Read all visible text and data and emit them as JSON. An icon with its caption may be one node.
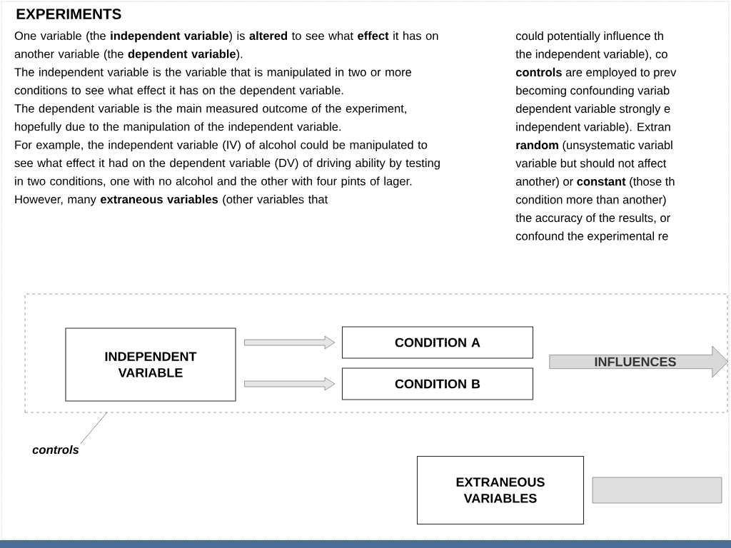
{
  "diagram": {
    "title": "EXPERIMENTS",
    "nodes": [
      {
        "text": [],
        "shape": "box"
      },
      {
        "text": [
          "INDEPENDENT VARIABLE"
        ],
        "in": 0
      },
      {
        "text": [
          "CONDITION A"
        ],
        "in": 0
      },
      {
        "text": [
          "CONDITION B"
        ],
        "in": 0
      },
      {
        "text": [
          "controls"
        ]
      },
      {
        "text": [
          "INFLUENCES"
        ],
        "in": 0
      },
      {
        "text": [
          "EXTRANEOUS VARIABLES"
        ]
      }
    ],
    "edges": [
      {
        "from": 1,
        "to": 2,
        "arrow": "to"
      },
      {
        "from": 1,
        "to": 3,
        "arrow": "to"
      },
      {
        "from": 4,
        "to": 0,
        "arrow": "none"
      },
      {
        "from": 6,
        "to": null,
        "arrow": "none",
        "style": "thick"
      }
    ],
    "labels": [
      "One variable (the **independent variable**) is **altered** to see what **effect** it has on another variable (the **dependent variable**).",
      "The independent variable is the variable that is manipulated in two or more conditions to see what effect it has on the dependent variable.",
      "The dependent variable is the main measured outcome of the experiment, hopefully due to the manipulation of the independent variable.",
      "For example, the independent variable (IV) of alcohol could be manipulated to see what effect it had on the dependent variable (DV) of driving ability by testing in two conditions, one with no alcohol and the other with four pints of lager.",
      "However, many **extraneous variables** (other variables that",
      "could potentially influence th",
      "the independent variable), co",
      "**controls** are employed to prev",
      "becoming confounding variab",
      "dependent variable strongly e",
      "independent variable). Extran",
      "**random** (unsystematic variabl",
      "variable but should not affect",
      "another) or **constant** (those th",
      "condition more than another)",
      "the accuracy of the results, or",
      "confound the experimental re"
    ]
  }
}
